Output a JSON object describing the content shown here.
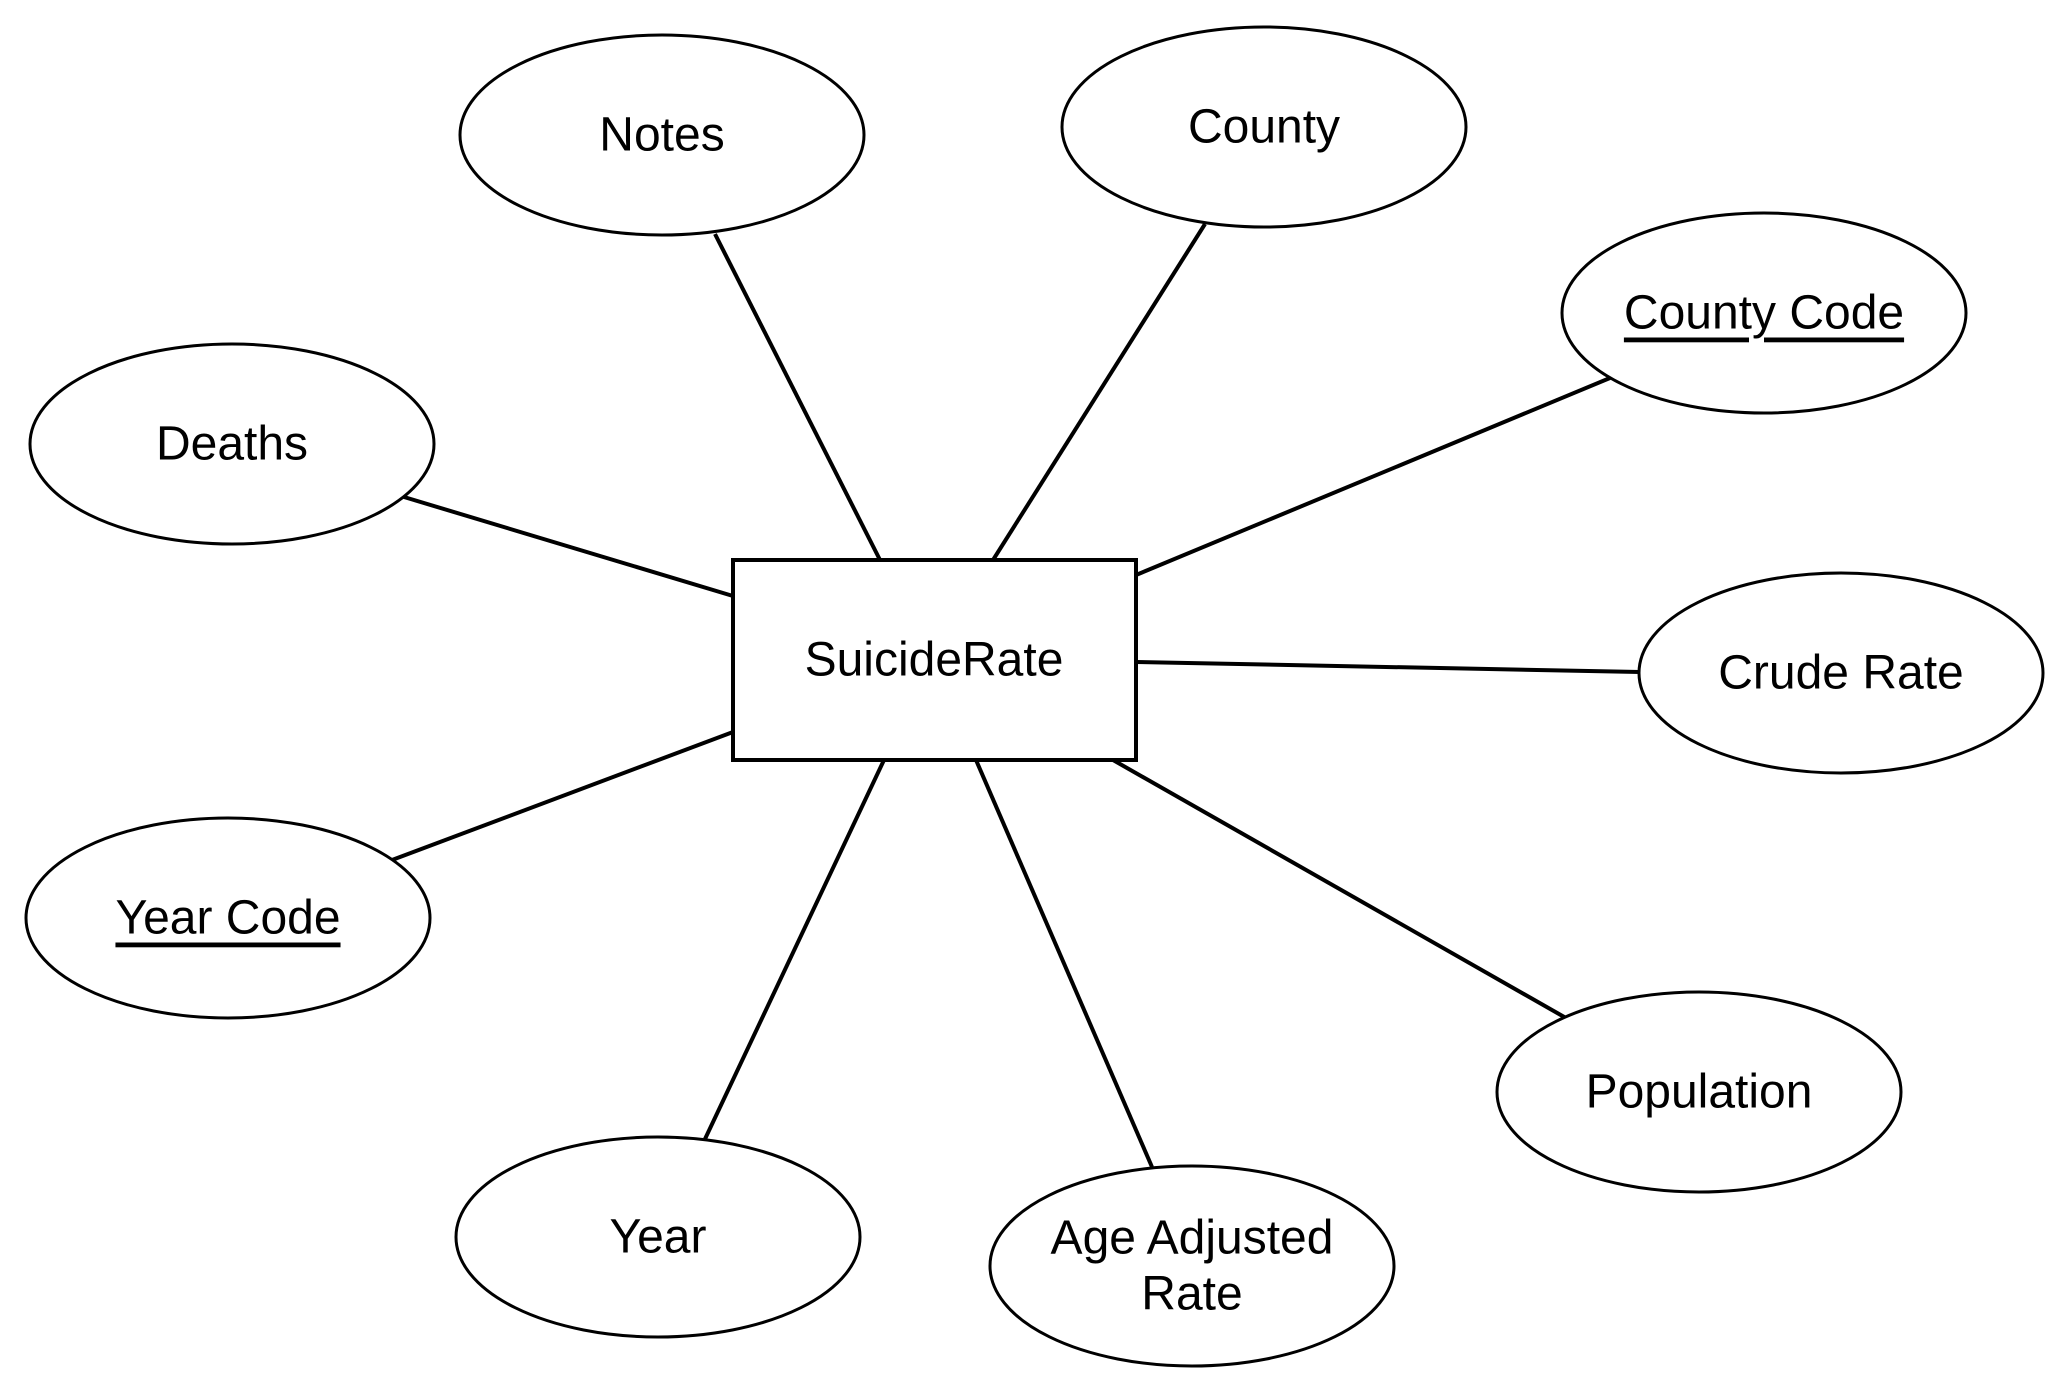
{
  "entity": {
    "name": "SuicideRate"
  },
  "attributes": [
    {
      "id": "notes",
      "lines": [
        "Notes"
      ],
      "key": false
    },
    {
      "id": "county",
      "lines": [
        "County"
      ],
      "key": false
    },
    {
      "id": "county-code",
      "lines": [
        "County Code"
      ],
      "key": true
    },
    {
      "id": "deaths",
      "lines": [
        "Deaths"
      ],
      "key": false
    },
    {
      "id": "crude-rate",
      "lines": [
        "Crude Rate"
      ],
      "key": false
    },
    {
      "id": "year-code",
      "lines": [
        "Year Code"
      ],
      "key": true
    },
    {
      "id": "population",
      "lines": [
        "Population"
      ],
      "key": false
    },
    {
      "id": "year",
      "lines": [
        "Year"
      ],
      "key": false
    },
    {
      "id": "age-adjusted-rate",
      "lines": [
        "Age Adjusted",
        "Rate"
      ],
      "key": false
    }
  ],
  "colors": {
    "stroke": "#000000",
    "fill": "#ffffff",
    "text": "#000000"
  }
}
